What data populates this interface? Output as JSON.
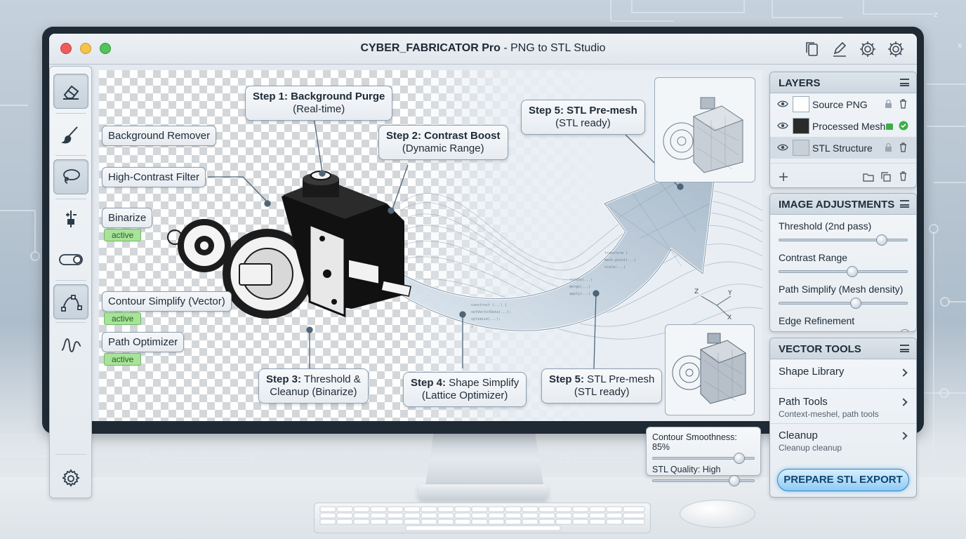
{
  "window": {
    "title_bold": "CYBER_FABRICATOR Pro",
    "title_rest": " - PNG to STL Studio"
  },
  "titlebar_icons": [
    "copy-icon",
    "pen-icon",
    "gear-icon",
    "settings-icon"
  ],
  "tools": [
    {
      "name": "eraser-icon",
      "selected": true
    },
    {
      "name": "brush-icon",
      "selected": false
    },
    {
      "name": "lasso-icon",
      "selected": true
    },
    {
      "name": "sliders-icon",
      "selected": false
    },
    {
      "name": "toggle-icon",
      "selected": false
    },
    {
      "name": "path-node-icon",
      "selected": true
    },
    {
      "name": "curve-icon",
      "selected": false
    },
    {
      "name": "settings-gear-icon",
      "selected": false
    }
  ],
  "tool_labels": {
    "background_remover": "Background Remover",
    "high_contrast": "High-Contrast Filter",
    "binarize": "Binarize",
    "binarize_badge": "active",
    "contour": "Contour Simplify (Vector)",
    "contour_badge": "active",
    "path_optimizer": "Path Optimizer",
    "path_badge": "active"
  },
  "steps": {
    "s1_bold": "Step 1: Background Purge",
    "s1_sub": "(Real-time)",
    "s2_bold": "Step 2: Contrast Boost",
    "s2_sub": "(Dynamic Range)",
    "s3_bold": "Step 3:",
    "s3_line1": " Threshold &",
    "s3_line2": "Cleanup (Binarize)",
    "s4_bold": "Step 4:",
    "s4_line1": " Shape Simplify",
    "s4_line2": "(Lattice Optimizer)",
    "s5a_bold": "Step 5: STL Pre-mesh",
    "s5a_sub": "(STL ready)",
    "s5b_bold": "Step 5:",
    "s5b_line1": " STL Pre-mesh",
    "s5b_line2": "(STL ready)"
  },
  "axes": {
    "z": "Z",
    "y": "Y",
    "x": "X"
  },
  "layers": {
    "title": "LAYERS",
    "items": [
      {
        "label": "Source PNG",
        "selected": false
      },
      {
        "label": "Processed Mesh",
        "selected": false
      },
      {
        "label": "STL Structure",
        "selected": true
      }
    ]
  },
  "adjustments": {
    "title": "IMAGE ADJUSTMENTS",
    "sliders": [
      {
        "label": "Threshold (2nd pass)",
        "value": 0.8
      },
      {
        "label": "Contrast Range",
        "value": 0.57
      },
      {
        "label": "Path Simplify (Mesh density)",
        "value": 0.6
      },
      {
        "label": "Edge Refinement",
        "value": 0.98
      }
    ]
  },
  "vector_tools": {
    "title": "VECTOR TOOLS",
    "items": [
      {
        "label": "Shape Library",
        "sub": ""
      },
      {
        "label": "Path Tools",
        "sub": "Context-meshel, path tools"
      },
      {
        "label": "Cleanup",
        "sub": "Cleanup cleanup"
      }
    ],
    "export_label": "PREPARE STL EXPORT"
  },
  "popup": {
    "smoothness_label": "Contour Smoothness: 85%",
    "smoothness_value": 0.85,
    "quality_label": "STL Quality: High",
    "quality_value": 0.8
  },
  "colors": {
    "accent": "#2f86c4",
    "badge_green": "#a8e39a",
    "window_close": "#ef5a5a",
    "window_min": "#f5c24a",
    "window_max": "#52c45a"
  }
}
